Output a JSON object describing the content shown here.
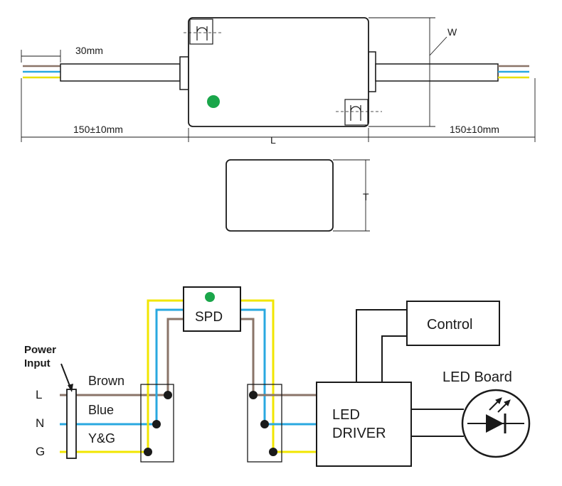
{
  "dimension_drawing": {
    "lead_strip": "30mm",
    "lead_length_left": "150±10mm",
    "lead_length_right": "150±10mm",
    "length": "L",
    "width": "W",
    "thickness": "T"
  },
  "wiring_diagram": {
    "power_input": "Power\nInput",
    "lines": {
      "l": "L",
      "n": "N",
      "g": "G"
    },
    "wires": {
      "brown": "Brown",
      "blue": "Blue",
      "yg": "Y&G"
    },
    "spd": "SPD",
    "control": "Control",
    "led_board": "LED Board",
    "led_driver": "LED\nDRIVER"
  },
  "colors": {
    "brown": "#8a7468",
    "blue": "#29a8e0",
    "yellow": "#f2e600",
    "green_dot": "#1aa64a",
    "line": "#1a1a1a"
  }
}
